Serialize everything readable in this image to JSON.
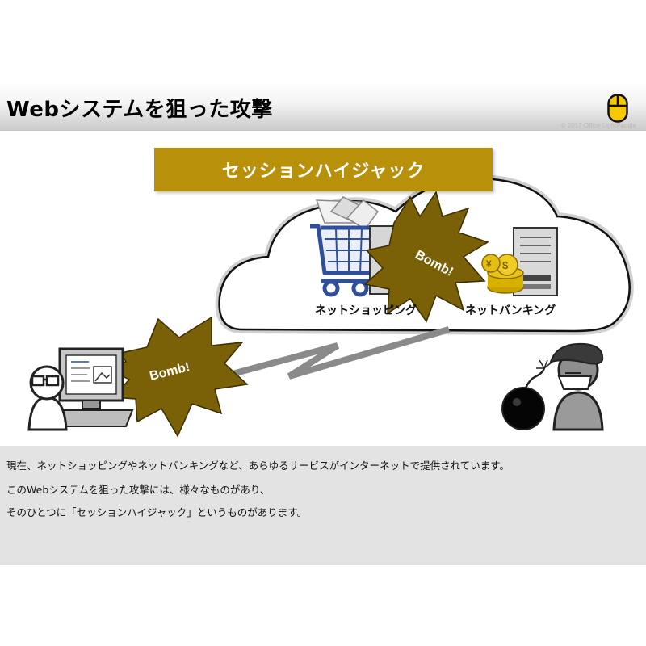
{
  "slide": {
    "title": "Webシステムを狙った攻撃",
    "copyright": "© 2017 Office LightPaddle",
    "logo_icon": "mouse-icon",
    "accent_color": "#b8900a"
  },
  "diagram": {
    "banner": "セッションハイジャック",
    "shopping_label": "ネットショッピング",
    "banking_label": "ネットバンキング",
    "bomb_left": "Bomb!",
    "bomb_right": "Bomb!"
  },
  "description": {
    "line1": "現在、ネットショッピングやネットバンキングなど、あらゆるサービスがインターネットで提供されています。",
    "line2": "このWebシステムを狙った攻撃には、様々なものがあり、",
    "line3": "そのひとつに「セッションハイジャック」というものがあります。"
  }
}
